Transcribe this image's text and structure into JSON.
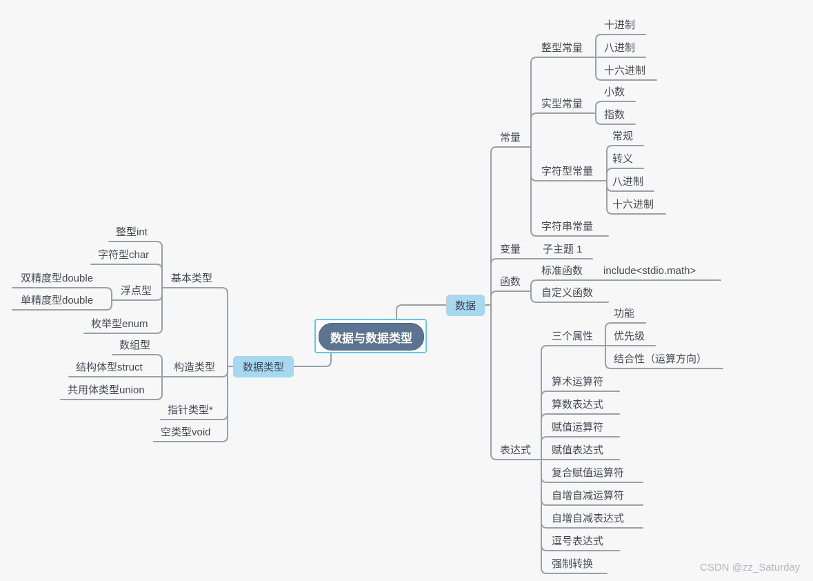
{
  "canvas": {
    "background": "#f7f7f7",
    "line_color": "#9aa0a8",
    "text_color": "#454c56",
    "branch_box_fill": "#a6d9ef",
    "root_fill": "#5a7492",
    "root_text_color": "#ffffff",
    "selection_border_color": "#5ec8f0"
  },
  "watermark": "CSDN @zz_Saturday",
  "labels": {
    "root": "数据与数据类型",
    "data": "数据",
    "data_type": "数据类型",
    "constant": "常量",
    "int_const": "整型常量",
    "decimal1": "十进制",
    "octal1": "八进制",
    "hex1": "十六进制",
    "real_const": "实型常量",
    "fraction": "小数",
    "exponent": "指数",
    "char_const": "字符型常量",
    "regular": "常规",
    "escape": "转义",
    "octal2": "八进制",
    "hex2": "十六进制",
    "string_const": "字符串常量",
    "variable": "变量",
    "subtopic1": "子主题 1",
    "function": "函数",
    "std_func": "标准函数",
    "include": "include<stdio.math>",
    "custom_func": "自定义函数",
    "expression": "表达式",
    "three_attrs": "三个属性",
    "feature": "功能",
    "priority": "优先级",
    "associativity": "结合性（运算方向）",
    "arith_op": "算术运算符",
    "arith_expr": "算数表达式",
    "assign_op": "赋值运算符",
    "assign_expr": "赋值表达式",
    "compound_assign_op": "复合赋值运算符",
    "incdec_op": "自增自减运算符",
    "incdec_expr": "自增自减表达式",
    "comma_expr": "逗号表达式",
    "cast": "强制转换",
    "basic_type": "基本类型",
    "int_type": "整型int",
    "char_type": "字符型char",
    "float_type": "浮点型",
    "double_type": "双精度型double",
    "single_type": "单精度型double",
    "enum_type": "枚举型enum",
    "constructed_type": "构造类型",
    "array_type": "数组型",
    "struct_type": "结构体型struct",
    "union_type": "共用体类型union",
    "pointer_type": "指针类型*",
    "void_type": "空类型void"
  },
  "hierarchy": {
    "数据与数据类型": {
      "数据": {
        "常量": {
          "整型常量": [
            "十进制",
            "八进制",
            "十六进制"
          ],
          "实型常量": [
            "小数",
            "指数"
          ],
          "字符型常量": [
            "常规",
            "转义",
            "八进制",
            "十六进制"
          ],
          "字符串常量": []
        },
        "变量": [
          "子主题 1"
        ],
        "函数": {
          "标准函数": [
            "include<stdio.math>"
          ],
          "自定义函数": []
        },
        "表达式": {
          "三个属性": [
            "功能",
            "优先级",
            "结合性（运算方向）"
          ],
          "算术运算符": [],
          "算数表达式": [],
          "赋值运算符": [],
          "赋值表达式": [],
          "复合赋值运算符": [],
          "自增自减运算符": [],
          "自增自减表达式": [],
          "逗号表达式": [],
          "强制转换": []
        }
      },
      "数据类型": {
        "基本类型": {
          "整型int": [],
          "字符型char": [],
          "浮点型": [
            "双精度型double",
            "单精度型double"
          ],
          "枚举型enum": []
        },
        "构造类型": [
          "数组型",
          "结构体型struct",
          "共用体类型union"
        ],
        "指针类型*": [],
        "空类型void": []
      }
    }
  }
}
